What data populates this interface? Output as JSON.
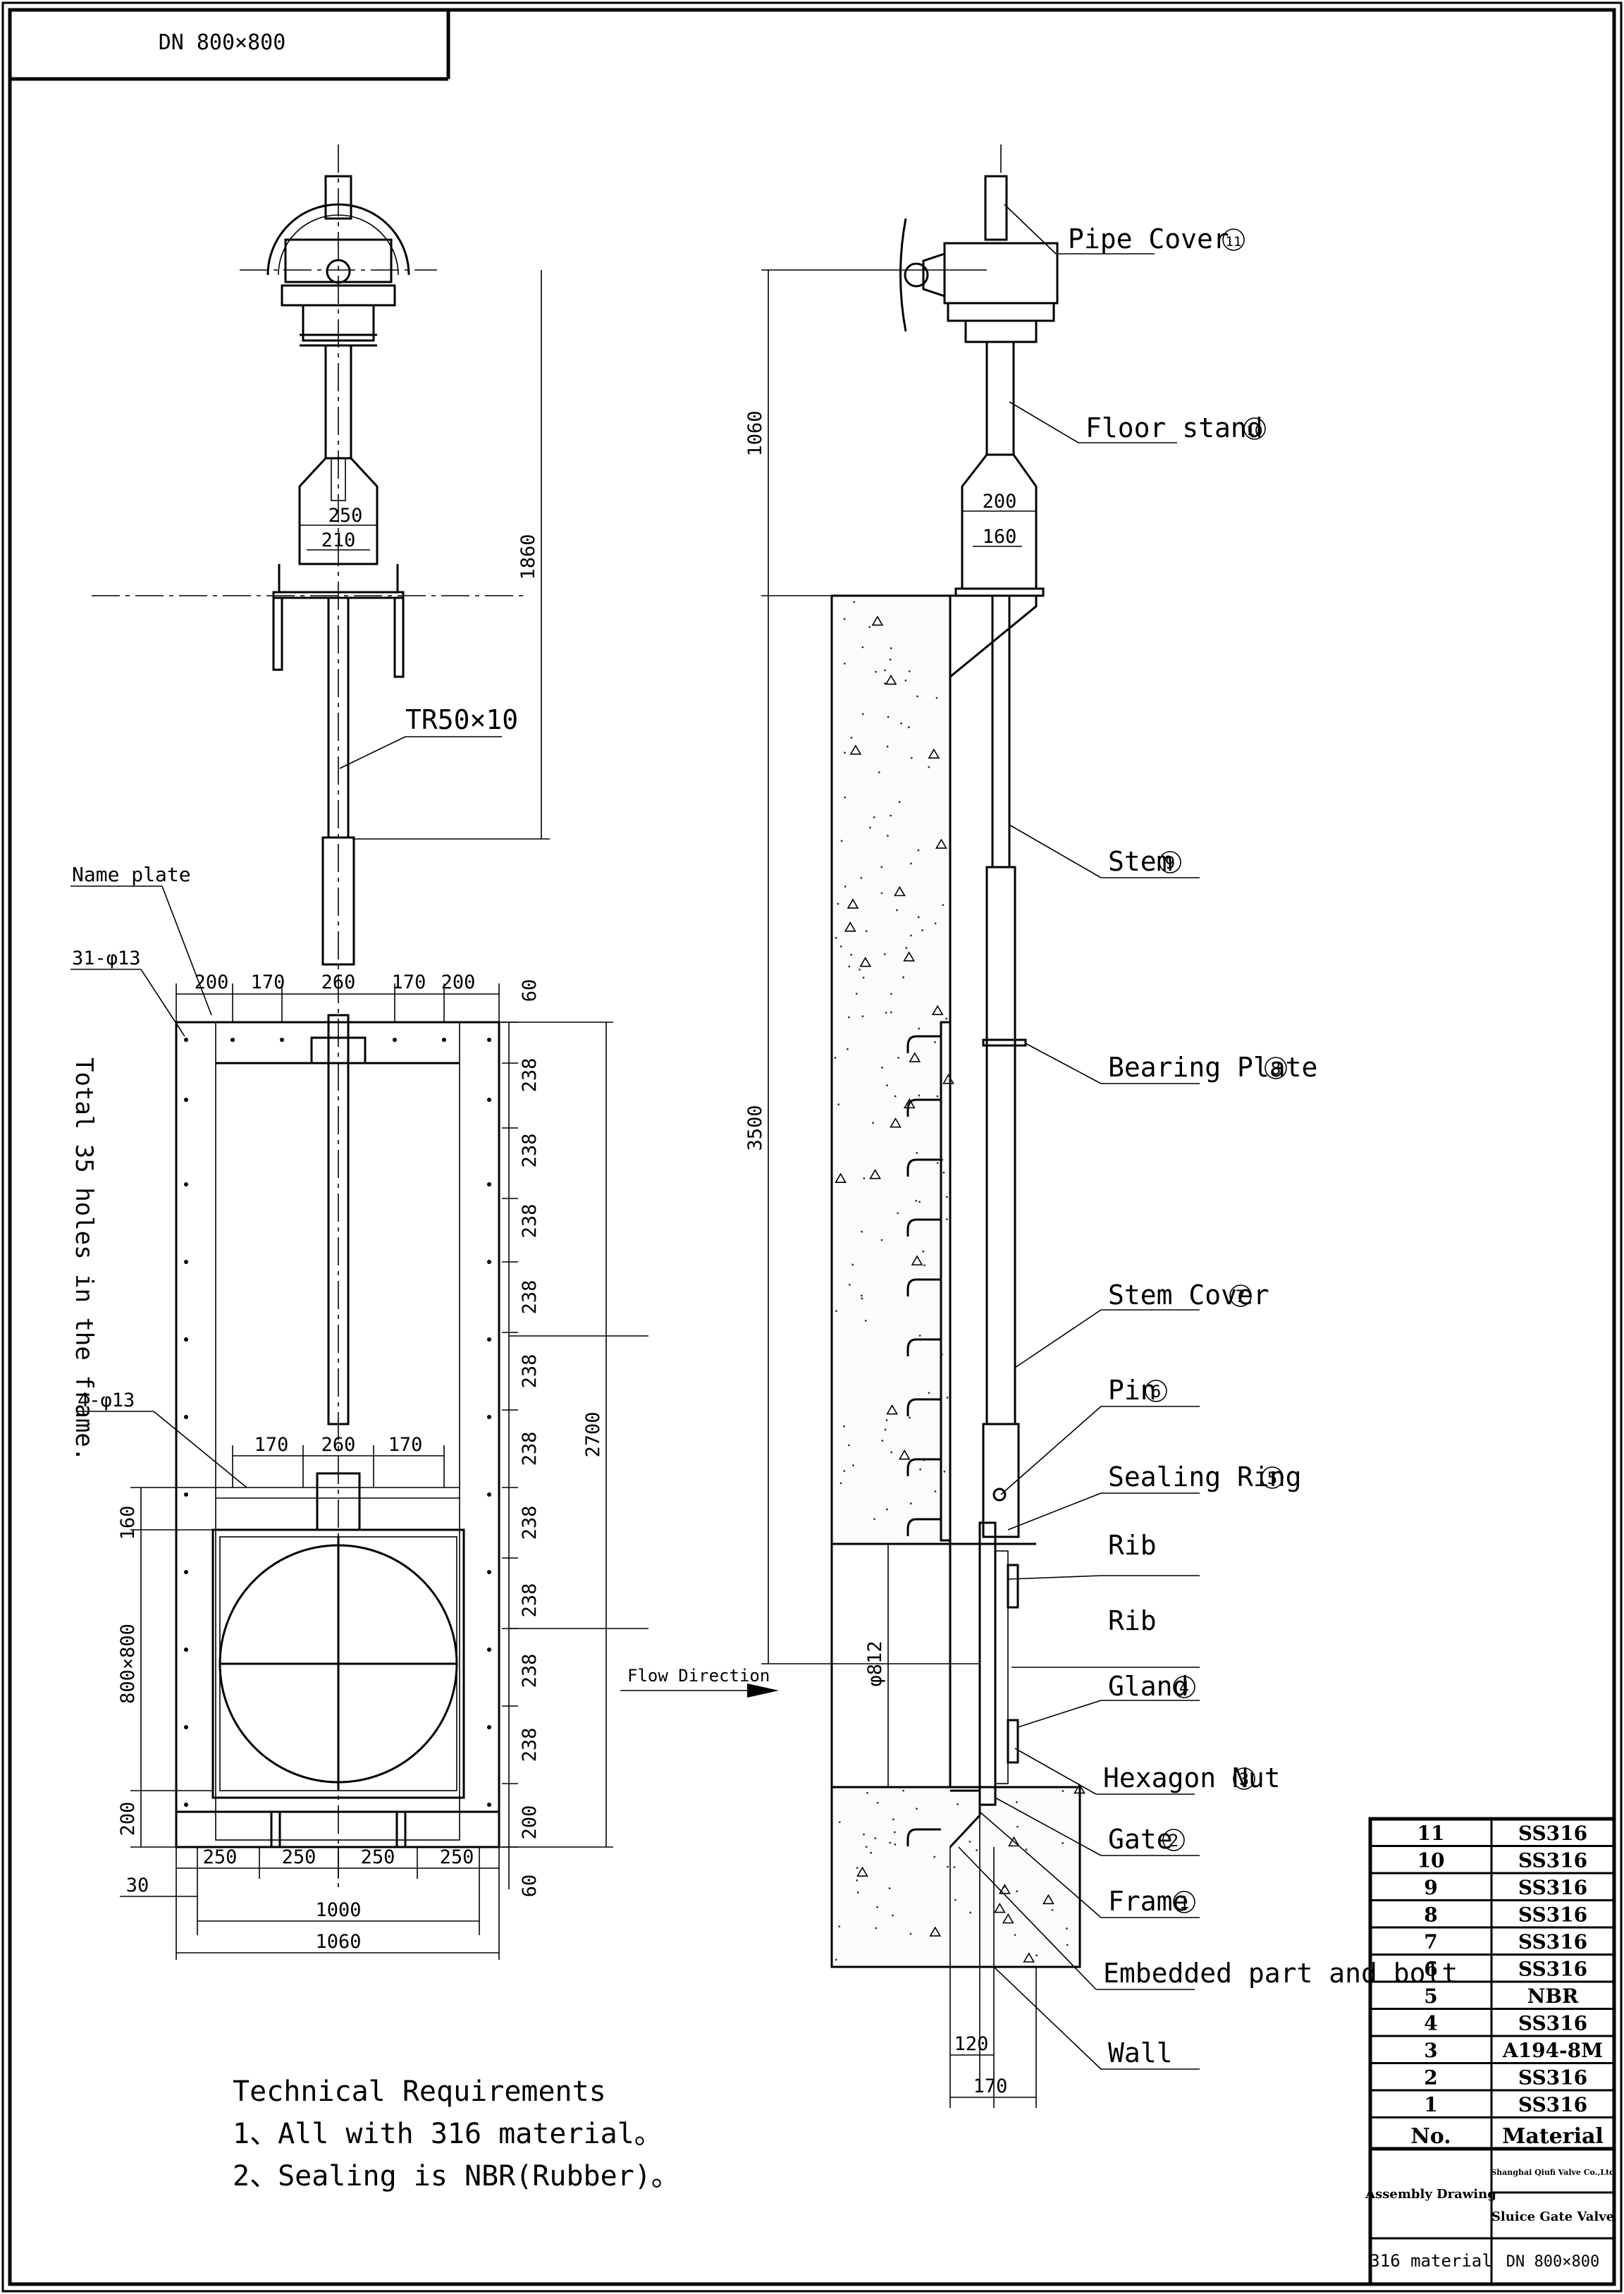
{
  "header": {
    "title": "DN 800×800"
  },
  "front_view": {
    "dims_top": [
      "200",
      "170",
      "260",
      "170",
      "200"
    ],
    "dims_mid": [
      "170",
      "260",
      "170"
    ],
    "dims_bottom": [
      "250",
      "250",
      "250",
      "250"
    ],
    "dim_30": "30",
    "dim_1000": "1000",
    "dim_1060": "1060",
    "dim_1860": "1860",
    "dim_250": "250",
    "dim_210": "210",
    "dim_160": "160",
    "dim_800x800": "800×800",
    "dim_200": "200",
    "dim_60": "60",
    "dim_2700": "2700",
    "right_dims": [
      "238",
      "238",
      "238",
      "238",
      "238",
      "238",
      "238",
      "238",
      "238",
      "238"
    ],
    "right_dim_200": "200",
    "right_dim_60_bottom": "60",
    "thread": "TR50×10",
    "name_plate": "Name plate",
    "holes_31": "31-φ13",
    "holes_4": "4-φ13",
    "note_vertical": "Total 35 holes in the frame."
  },
  "side_view": {
    "dim_1060": "1060",
    "dim_3500": "3500",
    "dim_200": "200",
    "dim_160": "160",
    "dim_812": "φ812",
    "dim_120": "120",
    "dim_170": "170",
    "flow": "Flow Direction",
    "parts": [
      {
        "label": "Pipe Cover",
        "num": "11"
      },
      {
        "label": "Floor stand",
        "num": "10"
      },
      {
        "label": "Stem",
        "num": "9"
      },
      {
        "label": "Bearing Plate",
        "num": "8"
      },
      {
        "label": "Stem Cover",
        "num": "7"
      },
      {
        "label": "Pin",
        "num": "6"
      },
      {
        "label": "Sealing Ring",
        "num": "5"
      },
      {
        "label": "Rib",
        "num": ""
      },
      {
        "label": "Rib",
        "num": ""
      },
      {
        "label": "Gland",
        "num": "4"
      },
      {
        "label": "Hexagon Nut",
        "num": "3"
      },
      {
        "label": "Gate",
        "num": "2"
      },
      {
        "label": "Frame",
        "num": "1"
      },
      {
        "label": "Embedded part and bolt",
        "num": ""
      },
      {
        "label": "Wall",
        "num": ""
      }
    ]
  },
  "technical": {
    "title": "Technical Requirements",
    "line1": "1、All with 316 material。",
    "line2": "2、Sealing is NBR(Rubber)。"
  },
  "bom": {
    "rows": [
      {
        "no": "11",
        "mat": "SS316"
      },
      {
        "no": "10",
        "mat": "SS316"
      },
      {
        "no": "9",
        "mat": "SS316"
      },
      {
        "no": "8",
        "mat": "SS316"
      },
      {
        "no": "7",
        "mat": "SS316"
      },
      {
        "no": "6",
        "mat": "SS316"
      },
      {
        "no": "5",
        "mat": "NBR"
      },
      {
        "no": "4",
        "mat": "SS316"
      },
      {
        "no": "3",
        "mat": "A194-8M"
      },
      {
        "no": "2",
        "mat": "SS316"
      },
      {
        "no": "1",
        "mat": "SS316"
      }
    ],
    "header_no": "No.",
    "header_mat": "Material",
    "assembly": "Assembly Drawing",
    "company": "Shanghai Qiufi Valve Co.,Ltd",
    "product": "Sluice Gate Valve",
    "material_note": "316 material",
    "size": "DN 800×800"
  }
}
